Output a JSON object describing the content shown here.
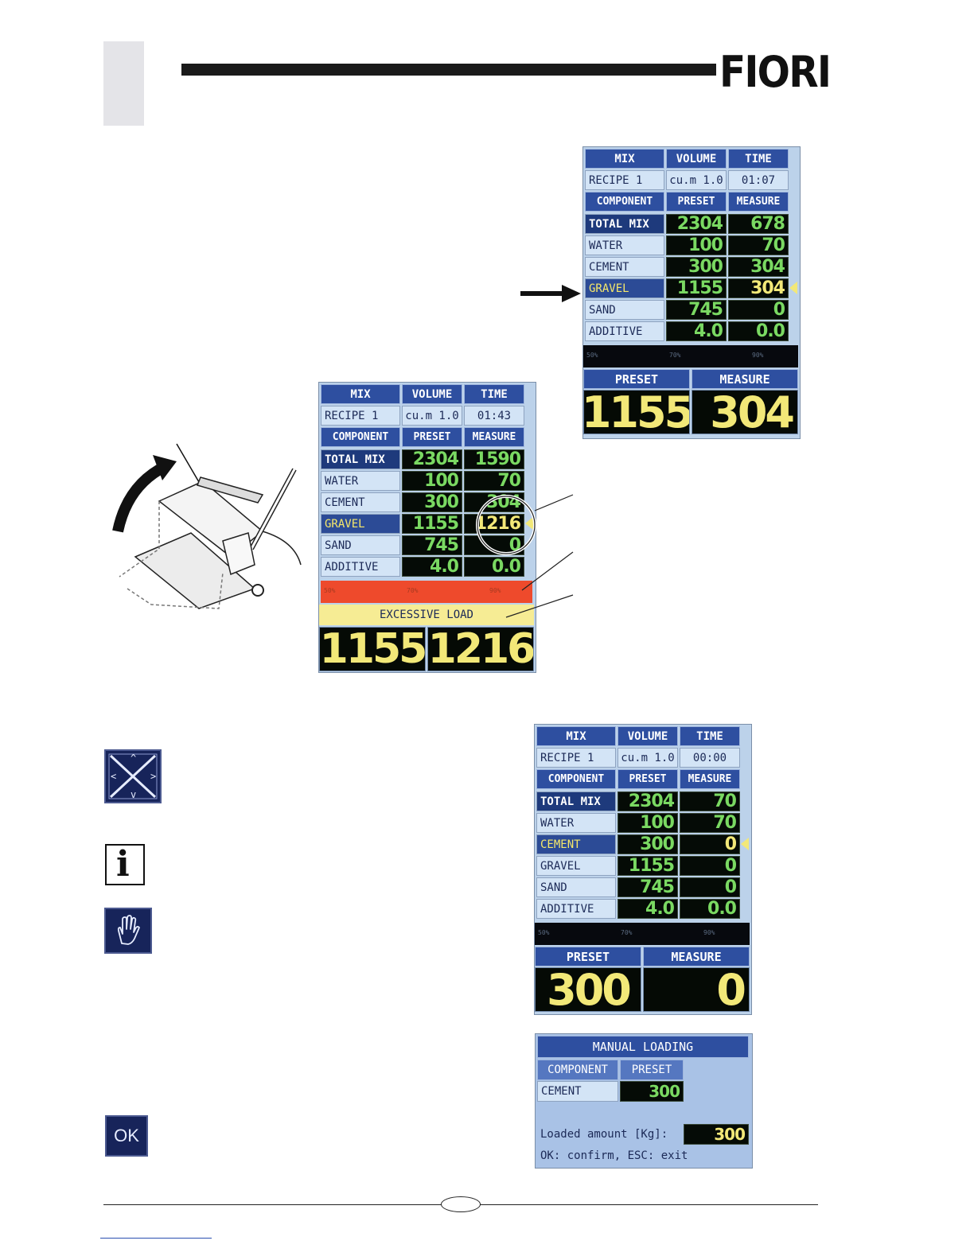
{
  "brand": {
    "logo": "FIORI"
  },
  "screen_headers": {
    "mix": "MIX",
    "volume": "VOLUME",
    "time": "TIME",
    "component": "COMPONENT",
    "preset": "PRESET",
    "measure": "MEASURE"
  },
  "bar_ticks": [
    "50%",
    "70%",
    "90%"
  ],
  "screen_a": {
    "recipe": "RECIPE 1",
    "volume": "cu.m 1.0",
    "time": "01:07",
    "rows": [
      {
        "label": "TOTAL MIX",
        "preset": "2304",
        "measure": "678"
      },
      {
        "label": "WATER",
        "preset": "100",
        "measure": "70"
      },
      {
        "label": "CEMENT",
        "preset": "300",
        "measure": "304"
      },
      {
        "label": "GRAVEL",
        "preset": "1155",
        "measure": "304"
      },
      {
        "label": "SAND",
        "preset": "745",
        "measure": "0"
      },
      {
        "label": "ADDITIVE",
        "preset": "4.0",
        "measure": "0.0"
      }
    ],
    "big_preset": "1155",
    "big_measure": "304"
  },
  "screen_b": {
    "recipe": "RECIPE 1",
    "volume": "cu.m 1.0",
    "time": "01:43",
    "rows": [
      {
        "label": "TOTAL MIX",
        "preset": "2304",
        "measure": "1590"
      },
      {
        "label": "WATER",
        "preset": "100",
        "measure": "70"
      },
      {
        "label": "CEMENT",
        "preset": "300",
        "measure": "304"
      },
      {
        "label": "GRAVEL",
        "preset": "1155",
        "measure": "1216"
      },
      {
        "label": "SAND",
        "preset": "745",
        "measure": "0"
      },
      {
        "label": "ADDITIVE",
        "preset": "4.0",
        "measure": "0.0"
      }
    ],
    "warning": "EXCESSIVE LOAD",
    "big_preset": "1155",
    "big_measure": "1216"
  },
  "screen_c": {
    "recipe": "RECIPE 1",
    "volume": "cu.m 1.0",
    "time": "00:00",
    "rows": [
      {
        "label": "TOTAL MIX",
        "preset": "2304",
        "measure": "70"
      },
      {
        "label": "WATER",
        "preset": "100",
        "measure": "70"
      },
      {
        "label": "CEMENT",
        "preset": "300",
        "measure": "0"
      },
      {
        "label": "GRAVEL",
        "preset": "1155",
        "measure": "0"
      },
      {
        "label": "SAND",
        "preset": "745",
        "measure": "0"
      },
      {
        "label": "ADDITIVE",
        "preset": "4.0",
        "measure": "0.0"
      }
    ],
    "big_preset": "300",
    "big_measure": "0"
  },
  "screen_d": {
    "title": "MANUAL LOADING",
    "component_header": "COMPONENT",
    "preset_header": "PRESET",
    "component": "CEMENT",
    "preset": "300",
    "loaded_label": "Loaded amount [Kg]:",
    "loaded_value": "300",
    "hint": "OK: confirm, ESC: exit"
  },
  "icons": {
    "nav": {
      "up": "^",
      "down": "v",
      "left": "<",
      "right": ">",
      "name": "arrow-keys-icon"
    },
    "info": {
      "glyph": "i",
      "name": "info-icon"
    },
    "hand": {
      "name": "hand-icon"
    },
    "ok": {
      "label": "OK"
    }
  },
  "colors": {
    "header_blue": "#2e4fa0",
    "preset_green": "#7ad962",
    "highlight_yellow": "#f2e878",
    "alarm_red": "#ee4a2c",
    "warning_yellow": "#f6ec94"
  }
}
